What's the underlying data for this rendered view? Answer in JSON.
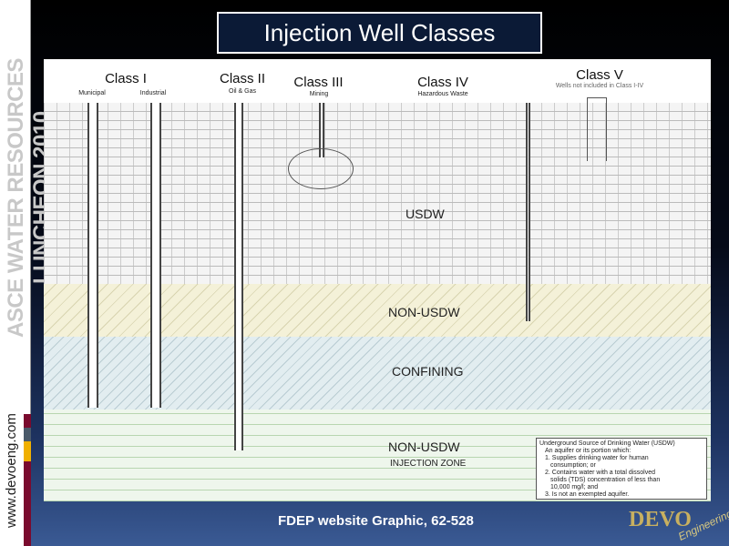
{
  "title": "Injection Well Classes",
  "sidebar": {
    "conference": "ASCE WATER RESOURCES LUNCHEON 2010",
    "url": "www.devoeng.com",
    "colors": [
      "#7a0a2e",
      "#4a5a6a",
      "#f0b000",
      "#7a0a2e"
    ]
  },
  "classes": [
    {
      "name": "Class I",
      "subs": [
        "Municipal",
        "Industrial"
      ]
    },
    {
      "name": "Class II",
      "subs": [
        "Oil & Gas"
      ]
    },
    {
      "name": "Class III",
      "subs": [
        "Mining"
      ]
    },
    {
      "name": "Class IV",
      "subs": [
        "Hazardous Waste"
      ]
    },
    {
      "name": "Class V",
      "subs": [
        "Wells not included in Class I-IV"
      ]
    }
  ],
  "layers": {
    "usdw": "USDW",
    "non_usdw": "NON-USDW",
    "confining": "CONFINING",
    "non_usdw_2": "NON-USDW",
    "injection_zone": "INJECTION ZONE"
  },
  "legend": {
    "title": "Underground Source of Drinking Water (USDW)",
    "intro": "An aquifer or its portion which:",
    "items": [
      "1. Supplies drinking water for human",
      "consumption; or",
      "2. Contains water with a total dissolved",
      "solids (TDS) concentration of less than",
      "10,000 mg/l; and",
      "3. Is not an exempted aquifer."
    ]
  },
  "caption": "FDEP website Graphic, 62-528",
  "logo": {
    "text": "DEVO",
    "script": "Engineering"
  }
}
